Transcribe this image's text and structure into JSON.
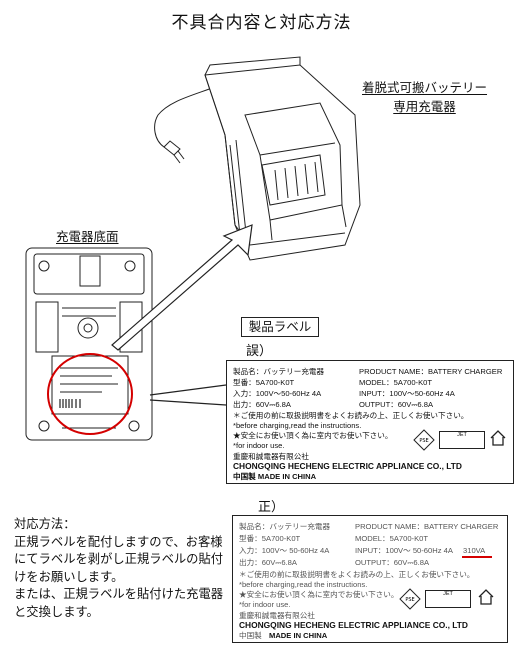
{
  "title": "不具合内容と対応方法",
  "charger_label": [
    "着脱式可搬バッテリー",
    "専用充電器"
  ],
  "bottom_label": "充電器底面",
  "plate_title": "製品ラベル",
  "wrong_mark": "誤）",
  "right_mark": "正）",
  "label_wrong": {
    "product_name_jp": "製品名：バッテリー充電器",
    "model_jp": "型番：5A700-K0T",
    "input_jp": "入力：100V〜50-60Hz 4A",
    "output_jp": "出力：60V⎓6.8A",
    "product_name_en": "PRODUCT NAME：BATTERY CHARGER",
    "model_en": "MODEL：5A700-K0T",
    "input_en": "INPUT：100V〜50-60Hz 4A",
    "output_en": "OUTPUT：60V⎓6.8A",
    "caution_jp": "＊ご使用の前に取扱説明書をよくお読みの上、正しくお使い下さい。",
    "caution_en": "*before charging,read the instructions.",
    "indoor_jp": "★安全にお使い頂く為に室内でお使い下さい。",
    "indoor_en": "*for indoor use.",
    "maker_jp": "重慶和誠電器有限公社",
    "maker_en": "CHONGQING HECHENG ELECTRIC APPLIANCE CO., LTD",
    "origin": "中国製  MADE IN CHINA",
    "pse": "PSE",
    "jet": "JET"
  },
  "label_right": {
    "product_name_jp": "製品名：バッテリー充電器",
    "model_jp": "型番：5A700-K0T",
    "input_jp": "入力：100V〜 50-60Hz 4A",
    "output_jp": "出力：60V⎓6.8A",
    "product_name_en": "PRODUCT NAME：BATTERY CHARGER",
    "model_en": "MODEL：5A700-K0T",
    "input_en": "INPUT：100V〜 50-60Hz 4A",
    "input_va": "310VA",
    "output_en": "OUTPUT：60V⎓6.8A",
    "caution_jp": "＊ご使用の前に取扱説明書をよくお読みの上、正しくお使い下さい。",
    "caution_en": "*before charging,read the instructions.",
    "indoor_jp": "★安全にお使い頂く為に室内でお使い下さい。",
    "indoor_en": "*for indoor use.",
    "maker_jp": "重慶和誠電器有限公社",
    "maker_en": "CHONGQING HECHENG ELECTRIC APPLIANCE CO., LTD",
    "origin_jp": "中国製",
    "origin_en": "MADE IN CHINA",
    "pse": "PSE",
    "jet": "JET"
  },
  "instructions": [
    "対応方法：",
    "正規ラベルを配付しますので、お客様",
    "にてラベルを剥がし正規ラベルの貼付",
    "けをお願いします。",
    "または、正規ラベルを貼付けた充電器",
    "と交換します。"
  ],
  "colors": {
    "highlight": "#d40000"
  }
}
